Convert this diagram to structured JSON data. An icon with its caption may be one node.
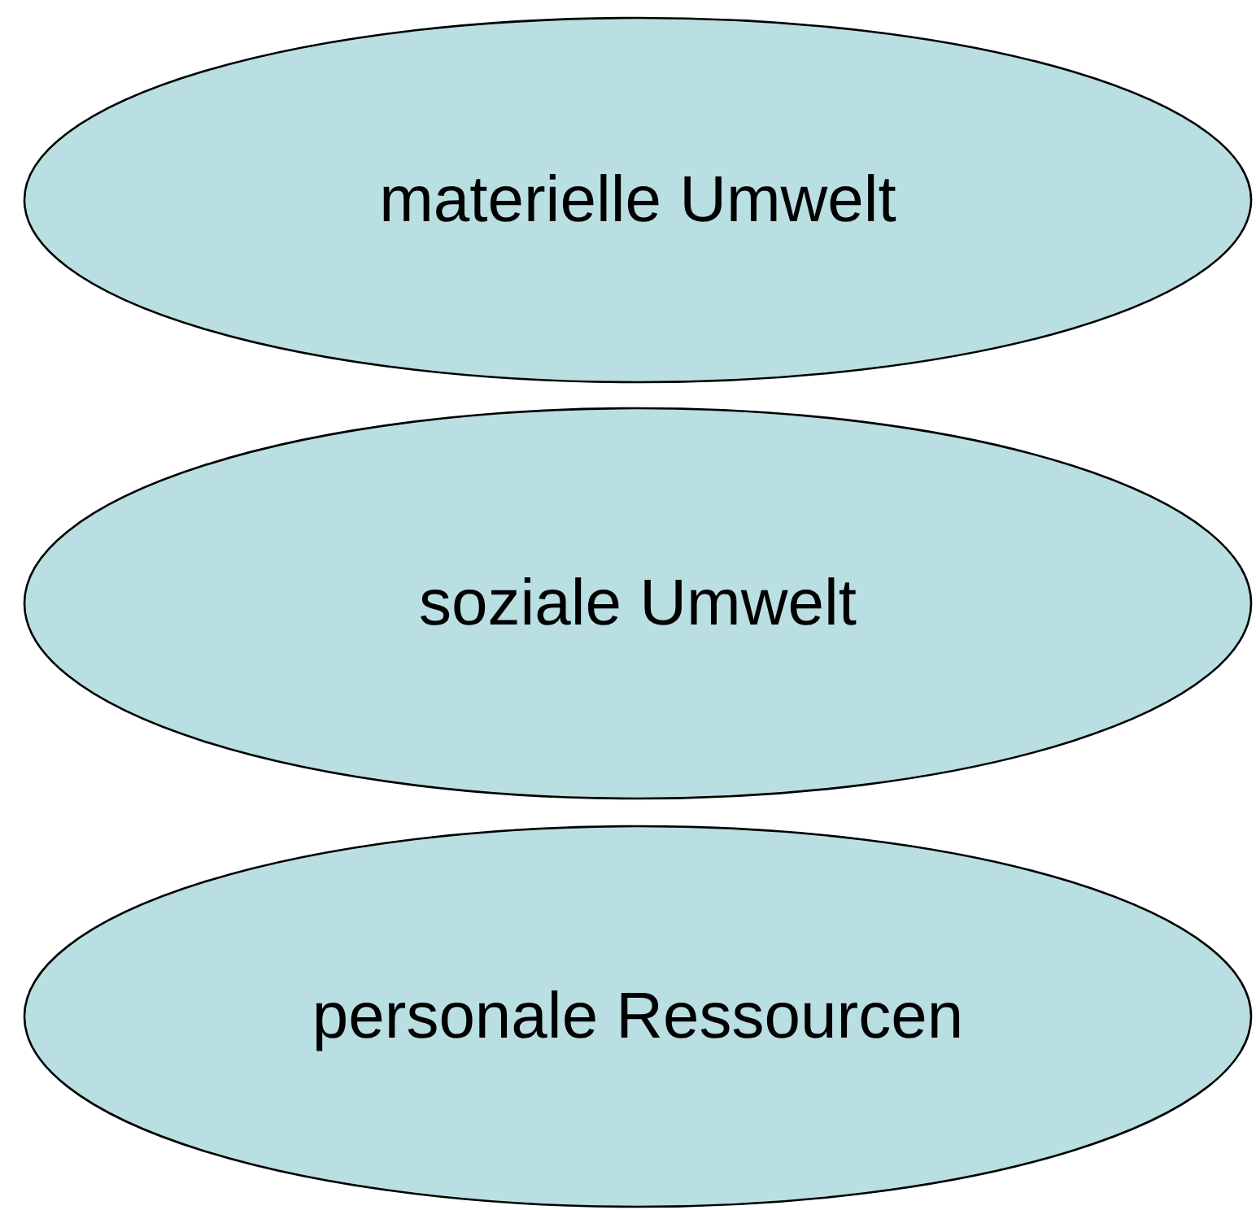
{
  "diagram": {
    "nodes": [
      {
        "text": [
          "materielle Umwelt"
        ]
      },
      {
        "text": [
          "soziale Umwelt"
        ]
      },
      {
        "text": [
          "personale Ressourcen"
        ]
      }
    ]
  }
}
